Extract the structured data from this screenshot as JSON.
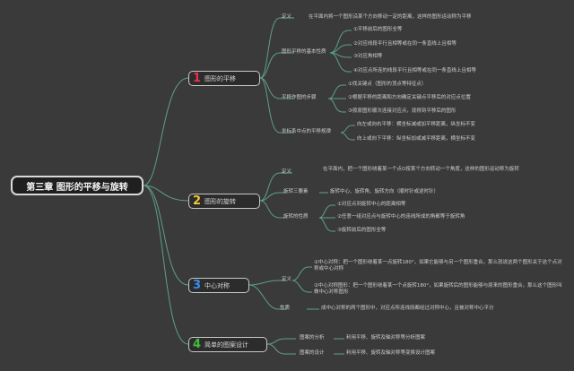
{
  "root": "第三章 图形的平移与旋转",
  "colors": {
    "line": "#5e9e8e",
    "b1": "#e8314f",
    "b2": "#f4c830",
    "b3": "#3a8ef0",
    "b4": "#3fbf3f"
  },
  "b1": {
    "num": "1",
    "label": "图形的平移",
    "def_label": "定义",
    "def_text": "在平面内将一个图形沿某个方向移动一定的距离，这样的图形运动称为平移",
    "prop_label": "图形平移的基本性质",
    "props": [
      "①平移前后的图形全等",
      "②对应线段平行且相等或在同一条直线上且相等",
      "③对应角相等",
      "④对应点所连的线段平行且相等或在同一条直线上且相等"
    ],
    "draw_label": "平移作图的步骤",
    "draws": [
      "①找关键点（图形的顶点等特征点）",
      "②根据平移的距离和方向确定关键点平移后的对应点位置",
      "③按原图形顺次连接对应点，就得到平移后的图形"
    ],
    "coord_label": "坐标系中点的平移规律",
    "coords": [
      "向左或向右平移：横坐标减或加平移距离，纵坐标不变",
      "向上或向下平移：纵坐标加或减平移距离，横坐标不变"
    ]
  },
  "b2": {
    "num": "2",
    "label": "图形的旋转",
    "def_label": "定义",
    "def_text": "在平面内，把一个图形绕着某一个点O按某个方向转动一个角度，这样的图形运动称为旋转",
    "elem_label": "旋转三要素",
    "elem_text": "旋转中心、旋转角、旋转方向（顺时针或逆时针）",
    "prop_label": "旋转的性质",
    "props": [
      "①对应点到旋转中心的距离相等",
      "②任意一组对应点与旋转中心的连线所成的角都等于旋转角",
      "③旋转前后的图形全等"
    ]
  },
  "b3": {
    "num": "3",
    "label": "中心对称",
    "def_label": "定义",
    "defs": [
      "①中心对称：把一个图形绕着某一点旋转180°，如果它能够与另一个图形重合，那么就说这两个图形关于这个点对称或中心对称",
      "②中心对称图形：把一个图形绕着某一个点旋转180°，如果旋转后的图形能够与原来的图形重合，那么这个图形叫做中心对称图形"
    ],
    "prop_label": "性质",
    "prop_text": "成中心对称的两个图形中，对应点所连线段都经过对称中心，且被对称中心平分"
  },
  "b4": {
    "num": "4",
    "label": "简单的图案设计",
    "items": [
      {
        "label": "图案的分析",
        "text": "利用平移、旋转及轴对称等分析图案"
      },
      {
        "label": "图案的设计",
        "text": "利用平移、旋转及轴对称等变换设计图案"
      }
    ]
  }
}
